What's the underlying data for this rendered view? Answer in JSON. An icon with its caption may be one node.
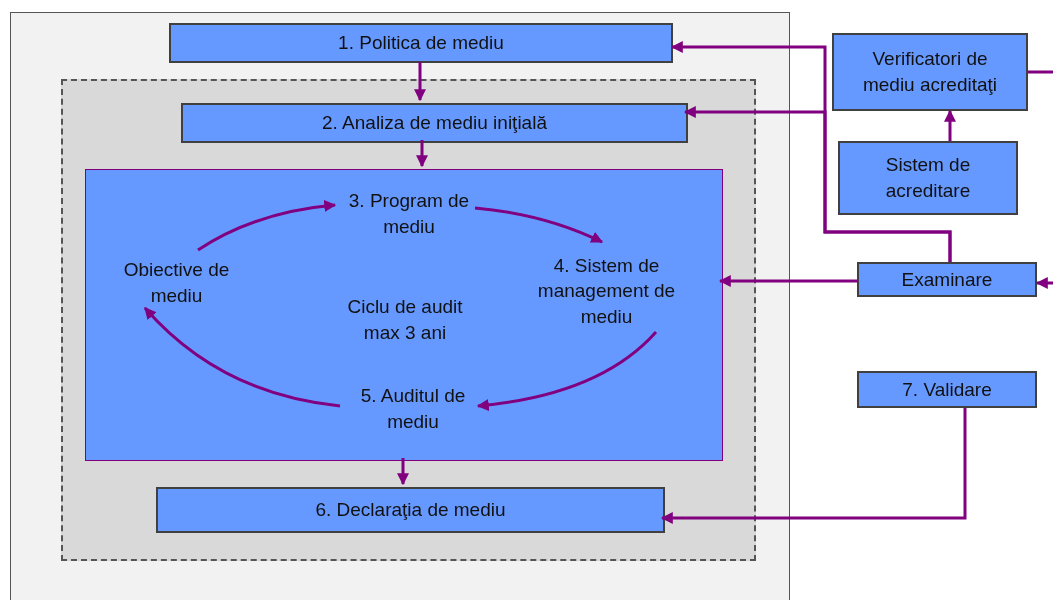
{
  "diagram": {
    "nodes": [
      {
        "text": [],
        "shape": "box"
      },
      {
        "text": [
          "1. Politica de mediu"
        ],
        "in": 0
      },
      {
        "text": [],
        "shape": "box",
        "in": 0
      },
      {
        "text": [
          "2. Analiza de mediu iniţială"
        ],
        "in": 2
      },
      {
        "text": [],
        "shape": "box",
        "in": 2
      },
      {
        "text": [
          "3. Program de mediu"
        ],
        "in": 4
      },
      {
        "text": [
          "4. Sistem de management de mediu"
        ],
        "in": 4
      },
      {
        "text": [
          "5. Auditul de mediu"
        ],
        "in": 4
      },
      {
        "text": [
          "Obiective de mediu"
        ],
        "in": 4
      },
      {
        "text": [
          "6. Declaraţia de mediu"
        ],
        "in": 2
      },
      {
        "text": [
          "Verificatori de mediu acreditaţi"
        ]
      },
      {
        "text": [
          "Sistem de acreditare"
        ]
      },
      {
        "text": [
          "Examinare"
        ]
      },
      {
        "text": [
          "7. Validare"
        ]
      }
    ],
    "edges": [
      {
        "from": 1,
        "to": 3,
        "arrow": "to"
      },
      {
        "from": 3,
        "to": 4,
        "arrow": "to"
      },
      {
        "from": 4,
        "to": 9,
        "arrow": "to"
      },
      {
        "from": 8,
        "to": 5,
        "arrow": "to"
      },
      {
        "from": 5,
        "to": 6,
        "arrow": "to"
      },
      {
        "from": 6,
        "to": 7,
        "arrow": "to"
      },
      {
        "from": 7,
        "to": 8,
        "arrow": "to"
      },
      {
        "from": 11,
        "to": 10,
        "arrow": "to"
      },
      {
        "from": 12,
        "to": 1,
        "arrow": "to"
      },
      {
        "from": 12,
        "to": 3,
        "arrow": "to"
      },
      {
        "from": 12,
        "to": 4,
        "arrow": "to"
      },
      {
        "from": 13,
        "to": 9,
        "arrow": "to"
      },
      {
        "from": 10,
        "to": null,
        "arrow": "none"
      },
      {
        "from": null,
        "to": 12,
        "arrow": "to"
      }
    ],
    "labels": [
      "Ciclu de audit max 3 ani"
    ]
  }
}
